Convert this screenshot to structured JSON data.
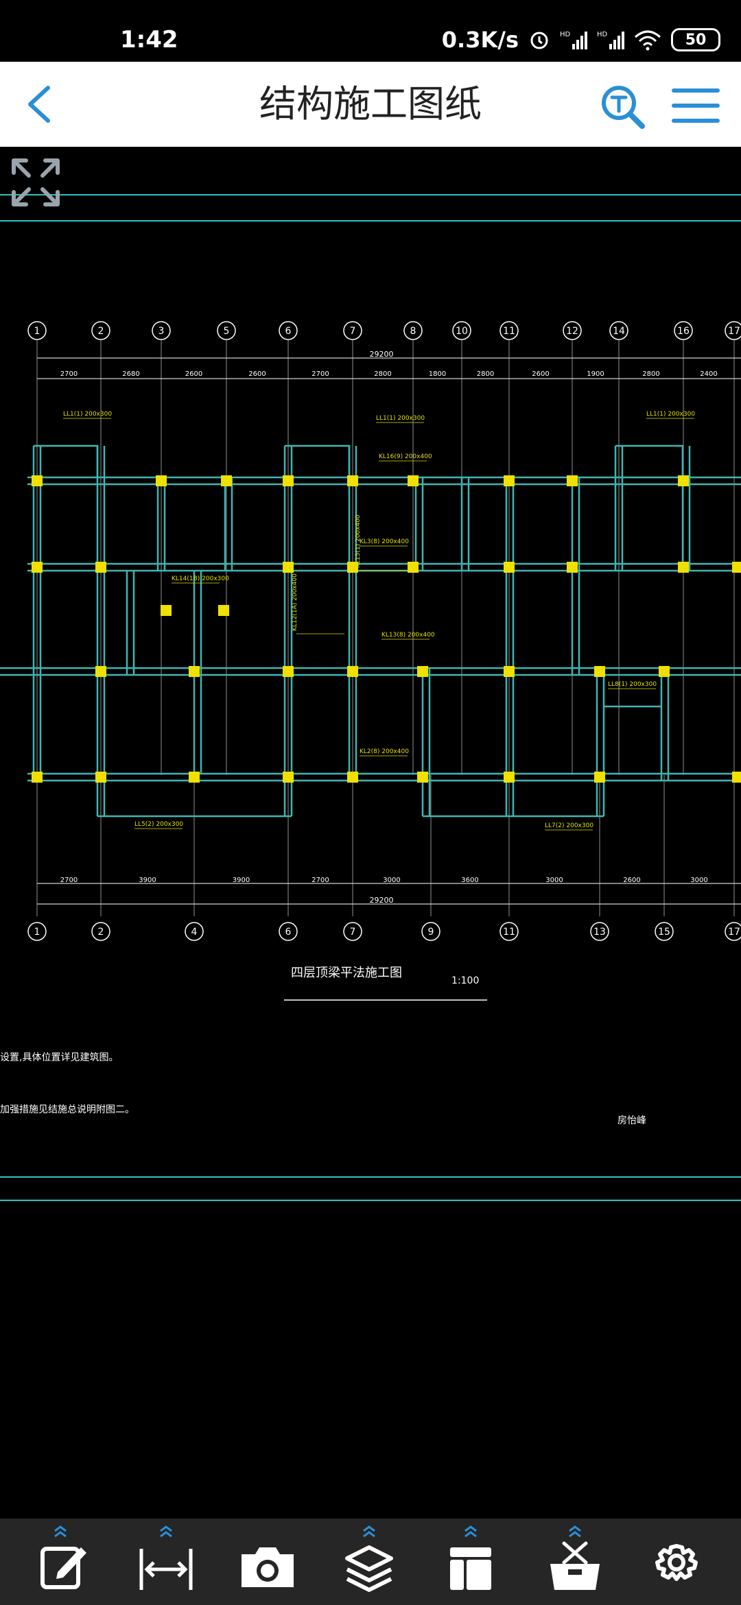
{
  "status_bar": {
    "time": "1:42",
    "network_speed": "0.3K/s",
    "battery": "50"
  },
  "header": {
    "title": "结构施工图纸"
  },
  "drawing": {
    "title": "四层顶梁平法施工图",
    "scale": "1:100",
    "total_dimension": "29200",
    "top_axes": [
      "1",
      "2",
      "3",
      "5",
      "6",
      "7",
      "8",
      "10",
      "11",
      "12",
      "14",
      "16",
      "17"
    ],
    "bottom_axes": [
      "1",
      "2",
      "4",
      "6",
      "7",
      "9",
      "11",
      "13",
      "15",
      "17"
    ],
    "top_dims": [
      "2700",
      "2680",
      "2600",
      "2600",
      "2700",
      "2800",
      "1800",
      "2800",
      "2600",
      "1900",
      "2800",
      "2400"
    ],
    "bottom_dims": [
      "2700",
      "3900",
      "3900",
      "2700",
      "3000",
      "3600",
      "3000",
      "2600",
      "3000"
    ],
    "notes": [
      "设置,具体位置详见建筑图。",
      "加强措施见结施总说明附图二。"
    ],
    "signature": "房怡峰",
    "beam_labels": [
      "LL1(1) 200x300",
      "LL1(1) 200x300",
      "LL1(1) 200x300",
      "KL16(9) 200x400",
      "KL3(8) 200x400",
      "KL15(1) 200x400",
      "KL14(1B) 200x300",
      "KL13(8) 200x400",
      "KL12(1A) 200x400",
      "KL2(8) 200x400",
      "LL5(2) 200x300",
      "LL7(2) 200x300",
      "LL8(1) 200x300"
    ]
  },
  "colors": {
    "grid_line": "#2ec4c4",
    "beam_line": "#3fb6b3",
    "column_fill": "#f0e000",
    "annotation": "#e6e000",
    "header_accent": "#2a8fd6"
  },
  "toolbar": {
    "icons": [
      "edit-icon",
      "measure-icon",
      "camera-icon",
      "layers-icon",
      "layout-icon",
      "toolbox-icon",
      "settings-icon"
    ]
  }
}
